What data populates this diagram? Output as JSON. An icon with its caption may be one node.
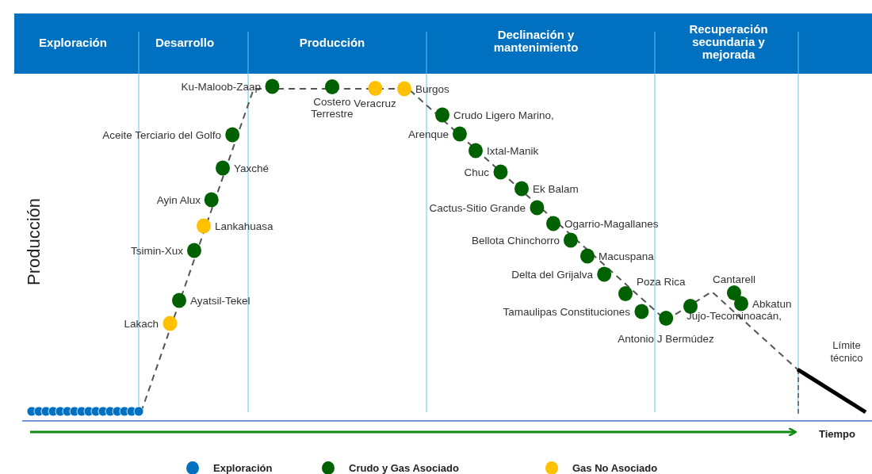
{
  "diagram": {
    "nodes": [
      {
        "text": [],
        "shape": "circle",
        "beside": [
          "Lakach"
        ]
      },
      {
        "text": [],
        "shape": "circle",
        "beside": [
          "Ayatsil-Tekel"
        ]
      },
      {
        "text": [],
        "shape": "circle",
        "beside": [
          "Tsimin-Xux"
        ]
      },
      {
        "text": [],
        "shape": "circle",
        "beside": [
          "Lankahuasa"
        ]
      },
      {
        "text": [],
        "shape": "circle",
        "beside": [
          "Ayin Alux"
        ]
      },
      {
        "text": [],
        "shape": "circle",
        "beside": [
          "Yaxché"
        ]
      },
      {
        "text": [],
        "shape": "circle",
        "beside": [
          "Aceite Terciario del Golfo"
        ]
      },
      {
        "text": [],
        "shape": "circle",
        "beside": [
          "Ku-Maloob-Zaap"
        ]
      },
      {
        "text": [],
        "shape": "circle",
        "beside": [
          "Costero Terrestre"
        ]
      },
      {
        "text": [],
        "shape": "circle",
        "beside": [
          "Veracruz"
        ]
      },
      {
        "text": [],
        "shape": "circle",
        "beside": [
          "Burgos"
        ]
      },
      {
        "text": [],
        "shape": "circle",
        "beside": [
          "Crudo Ligero Marino,"
        ]
      },
      {
        "text": [],
        "shape": "circle",
        "beside": [
          "Arenque"
        ]
      },
      {
        "text": [],
        "shape": "circle",
        "beside": [
          "Ixtal-Manik"
        ]
      },
      {
        "text": [],
        "shape": "circle",
        "beside": [
          "Chuc"
        ]
      },
      {
        "text": [],
        "shape": "circle",
        "beside": [
          "Ek Balam"
        ]
      },
      {
        "text": [],
        "shape": "circle",
        "beside": [
          "Cactus-Sitio Grande"
        ]
      },
      {
        "text": [],
        "shape": "circle",
        "beside": [
          "Ogarrio-Magallanes"
        ]
      },
      {
        "text": [],
        "shape": "circle",
        "beside": [
          "Bellota Chinchorro"
        ]
      },
      {
        "text": [],
        "shape": "circle",
        "beside": [
          "Macuspana"
        ]
      },
      {
        "text": [],
        "shape": "circle",
        "beside": [
          "Delta del Grijalva"
        ]
      },
      {
        "text": [],
        "shape": "circle",
        "beside": [
          "Poza Rica"
        ]
      },
      {
        "text": [],
        "shape": "circle",
        "beside": [
          "Tamaulipas Constituciones"
        ]
      },
      {
        "text": [],
        "shape": "circle",
        "beside": [
          "Antonio J Bermúdez"
        ]
      },
      {
        "text": [],
        "shape": "circle",
        "beside": [
          "Jujo-Tecominoacán,"
        ]
      },
      {
        "text": [],
        "shape": "circle",
        "beside": [
          "Cantarell"
        ]
      },
      {
        "text": [],
        "shape": "circle",
        "beside": [
          "Abkatun"
        ]
      }
    ],
    "labels": [
      "Exploración",
      "Desarrollo",
      "Producción",
      "Declinación y mantenimiento",
      "Recuperación secundaria y mejorada",
      "Producción",
      "Límite técnico",
      "Tiempo"
    ],
    "legend": [
      {
        "text": "Exploración",
        "color": "#0070c0"
      },
      {
        "text": "Crudo y Gas Asociado",
        "color": "#006100"
      },
      {
        "text": "Gas No Asociado",
        "color": "#ffc000"
      }
    ]
  }
}
